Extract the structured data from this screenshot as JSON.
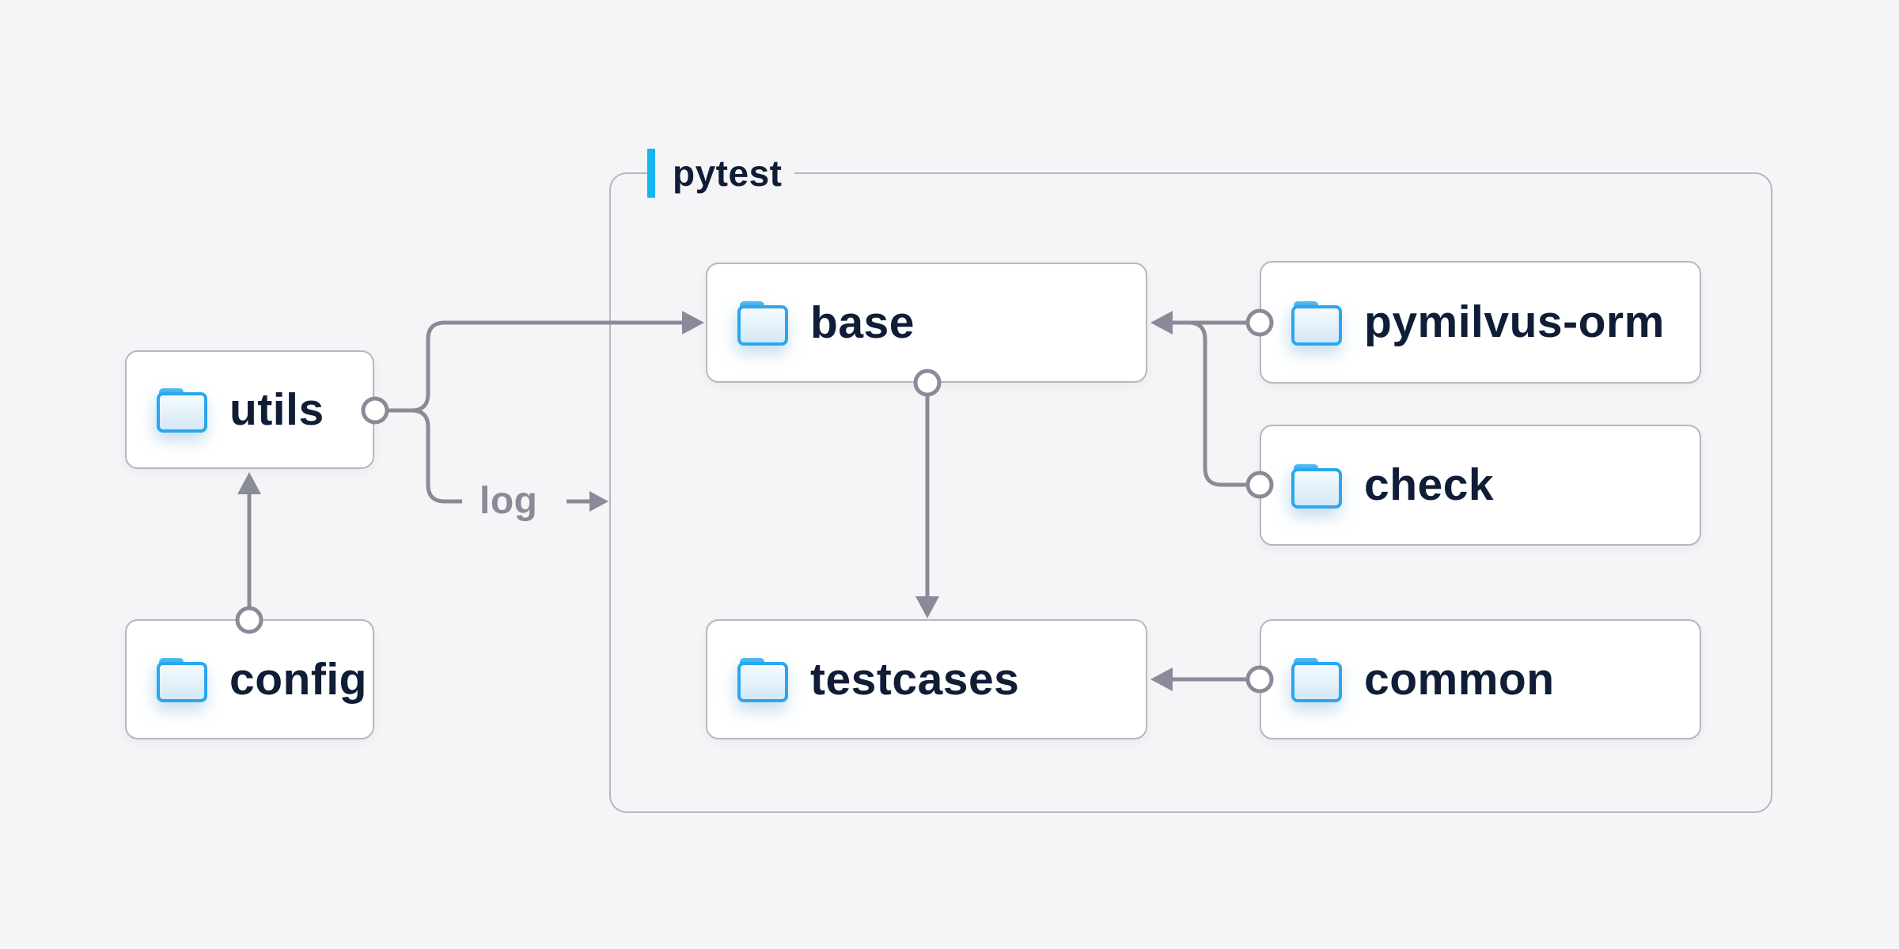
{
  "group": {
    "label": "pytest"
  },
  "nodes": [
    {
      "id": "utils",
      "label": "utils"
    },
    {
      "id": "config",
      "label": "config"
    },
    {
      "id": "base",
      "label": "base"
    },
    {
      "id": "pymilvus-orm",
      "label": "pymilvus-orm"
    },
    {
      "id": "check",
      "label": "check"
    },
    {
      "id": "testcases",
      "label": "testcases"
    },
    {
      "id": "common",
      "label": "common"
    }
  ],
  "edges": [
    {
      "from": "config",
      "to": "utils",
      "label": ""
    },
    {
      "from": "utils",
      "to": "base",
      "label": ""
    },
    {
      "from": "utils",
      "to": "pytest",
      "label": "log"
    },
    {
      "from": "pymilvus-orm",
      "to": "base",
      "label": ""
    },
    {
      "from": "check",
      "to": "base",
      "label": ""
    },
    {
      "from": "base",
      "to": "testcases",
      "label": ""
    },
    {
      "from": "common",
      "to": "testcases",
      "label": ""
    }
  ],
  "colors": {
    "background": "#f5f5f7",
    "node_fill": "#ffffff",
    "node_border": "#b6b7c1",
    "wire": "#8a8b98",
    "text": "#101d36",
    "accent_bar": "#18b4f2",
    "folder_stroke": "#2aa7ee",
    "folder_tab": "#2b9fe4",
    "folder_fill_top": "#f6fbfe",
    "folder_fill_bottom": "#d2e7f7"
  }
}
